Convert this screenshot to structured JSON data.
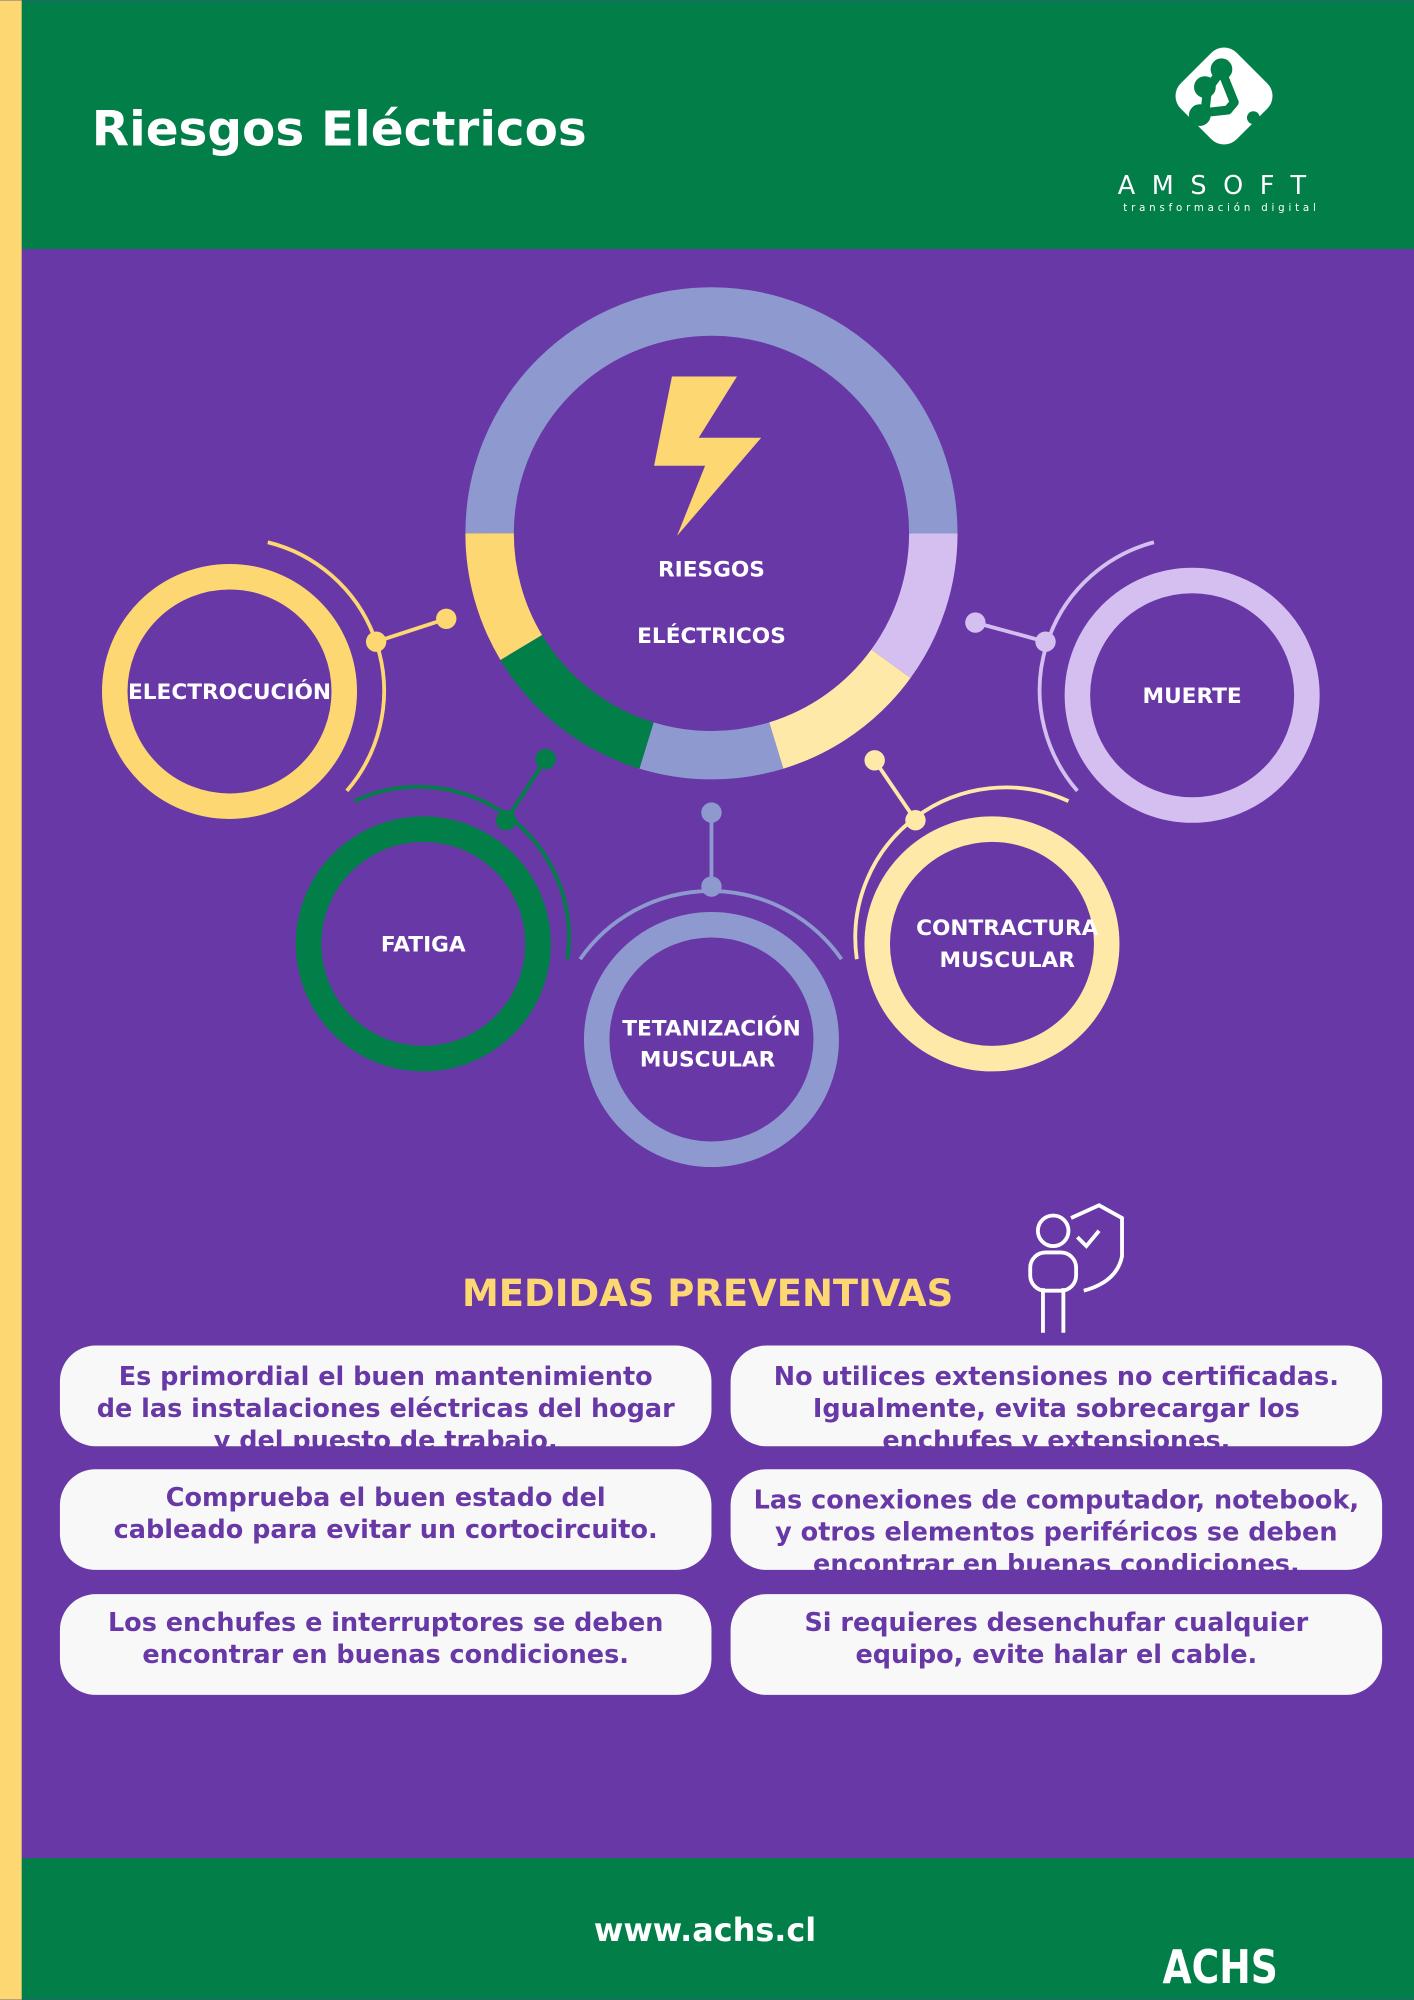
{
  "header": {
    "title": "Riesgos Eléctricos"
  },
  "logo": {
    "brand": "AMSOFT",
    "tagline": "transformación digital"
  },
  "diagram": {
    "center_line1": "RIESGOS",
    "center_line2": "ELÉCTRICOS",
    "risks": [
      {
        "line1": "ELECTROCUCIÓN",
        "line2": ""
      },
      {
        "line1": "MUERTE",
        "line2": ""
      },
      {
        "line1": "FATIGA",
        "line2": ""
      },
      {
        "line1": "TETANIZACIÓN",
        "line2": "MUSCULAR"
      },
      {
        "line1": "CONTRACTURA",
        "line2": "MUSCULAR"
      }
    ]
  },
  "measures": {
    "title": "MEDIDAS PREVENTIVAS",
    "cards": [
      {
        "lines": [
          "Es primordial el buen mantenimiento",
          "de las instalaciones eléctricas del hogar",
          "y del puesto de trabajo."
        ]
      },
      {
        "lines": [
          "No utilices extensiones no certificadas.",
          "Igualmente, evita sobrecargar los",
          "enchufes y extensiones."
        ]
      },
      {
        "lines": [
          "Comprueba el buen estado del",
          "cableado para evitar un cortocircuito."
        ]
      },
      {
        "lines": [
          "Las conexiones de computador, notebook,",
          "y otros elementos periféricos se deben",
          "encontrar en buenas condiciones."
        ]
      },
      {
        "lines": [
          "Los enchufes e interruptores se deben",
          "encontrar en buenas condiciones."
        ]
      },
      {
        "lines": [
          "Si requieres desenchufar cualquier",
          "equipo, evite halar el cable."
        ]
      }
    ]
  },
  "footer": {
    "url": "www.achs.cl",
    "brand": "ACHS"
  },
  "colors": {
    "purple": "#6738a6",
    "green": "#027f48",
    "yellow": "#fcd772",
    "lavender": "#d4bff0",
    "bluegray": "#8e99cf",
    "cream": "#ffe9a8"
  }
}
